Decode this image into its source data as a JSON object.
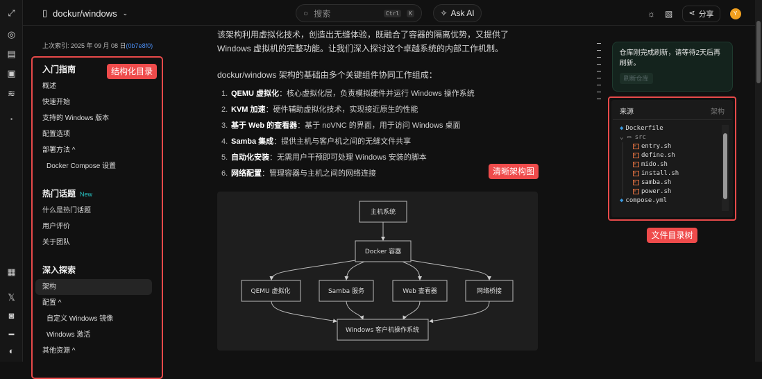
{
  "header": {
    "repo": "dockur/windows",
    "search_placeholder": "搜索",
    "search_kbd": [
      "Ctrl",
      "K"
    ],
    "ask_ai": "Ask AI",
    "share": "分享",
    "avatar_initial": "Y"
  },
  "rail_icons": [
    "graph-icon",
    "compass-icon",
    "notebook-icon",
    "clipboard-icon",
    "layers-icon",
    "bookmark-icon",
    "document-icon",
    "x-icon",
    "discord-icon",
    "badge-icon",
    "logo-icon"
  ],
  "sidebar": {
    "last_indexed": "上次索引: 2025 年 09 月 08 日",
    "commit": "(0b7e8f0)",
    "sections": [
      {
        "title": "入门指南",
        "items": [
          "概述",
          "快速开始",
          "支持的 Windows 版本",
          "配置选项",
          "部署方法 ^"
        ],
        "sub": [
          "Docker Compose 设置"
        ]
      },
      {
        "title": "热门话题",
        "badge": "New",
        "items": [
          "什么是热门话题",
          "用户评价",
          "关于团队"
        ]
      },
      {
        "title": "深入探索",
        "items": [
          "架构",
          "配置 ^"
        ],
        "sub": [
          "自定义 Windows 镜像",
          "Windows 激活"
        ],
        "more": "其他资源 ^"
      }
    ],
    "active_item": "架构"
  },
  "annotations": {
    "toc": "结构化目录",
    "diagram": "清晰架构图",
    "tree": "文件目录树"
  },
  "main": {
    "intro": "该架构利用虚拟化技术，创造出无缝体验，既融合了容器的隔离优势，又提供了 Windows 虚拟机的完整功能。让我们深入探讨这个卓越系统的内部工作机制。",
    "lead": "dockur/windows 架构的基础由多个关键组件协同工作组成：",
    "list": [
      {
        "n": "1.",
        "b": "QEMU 虚拟化",
        "t": "：核心虚拟化层，负责模拟硬件并运行 Windows 操作系统"
      },
      {
        "n": "2.",
        "b": "KVM 加速",
        "t": "：硬件辅助虚拟化技术，实现接近原生的性能"
      },
      {
        "n": "3.",
        "b": "基于 Web 的查看器",
        "t": "：基于 noVNC 的界面，用于访问 Windows 桌面"
      },
      {
        "n": "4.",
        "b": "Samba 集成",
        "t": "：提供主机与客户机之间的无缝文件共享"
      },
      {
        "n": "5.",
        "b": "自动化安装",
        "t": "：无需用户干预即可处理 Windows 安装的脚本"
      },
      {
        "n": "6.",
        "b": "网络配置",
        "t": "：管理容器与主机之间的网络连接"
      }
    ],
    "diagram": {
      "host": "主机系统",
      "docker": "Docker 容器",
      "qemu": "QEMU 虚拟化",
      "samba": "Samba 服务",
      "web": "Web 查看器",
      "net": "网络桥接",
      "guest": "Windows 客户机操作系统"
    }
  },
  "right": {
    "notice": "仓库刚完成刷新，请等待2天后再刷新。",
    "refresh": "刷新仓库",
    "tree_title": "来源",
    "tree_tab": "架构",
    "files": {
      "dockerfile": "Dockerfile",
      "src": "src",
      "sh": [
        "entry.sh",
        "define.sh",
        "mido.sh",
        "install.sh",
        "samba.sh",
        "power.sh"
      ],
      "compose": "compose.yml"
    }
  }
}
